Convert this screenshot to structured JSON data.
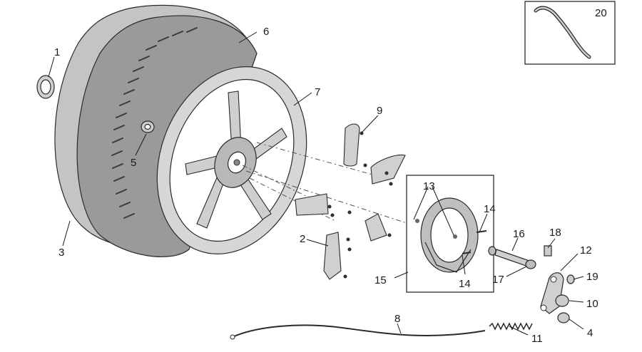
{
  "parts": [
    {
      "id": "1",
      "label": "1"
    },
    {
      "id": "2",
      "label": "2"
    },
    {
      "id": "3",
      "label": "3"
    },
    {
      "id": "4",
      "label": "4"
    },
    {
      "id": "5",
      "label": "5"
    },
    {
      "id": "6",
      "label": "6"
    },
    {
      "id": "7",
      "label": "7"
    },
    {
      "id": "8",
      "label": "8"
    },
    {
      "id": "9",
      "label": "9"
    },
    {
      "id": "10",
      "label": "10"
    },
    {
      "id": "11",
      "label": "11"
    },
    {
      "id": "12",
      "label": "12"
    },
    {
      "id": "13",
      "label": "13"
    },
    {
      "id": "14a",
      "label": "14"
    },
    {
      "id": "14b",
      "label": "14"
    },
    {
      "id": "15",
      "label": "15"
    },
    {
      "id": "16",
      "label": "16"
    },
    {
      "id": "17",
      "label": "17"
    },
    {
      "id": "18",
      "label": "18"
    },
    {
      "id": "19",
      "label": "19"
    },
    {
      "id": "20",
      "label": "20"
    }
  ],
  "colors": {
    "tire_tread": "#9a9a9a",
    "tire_side": "#c4c4c4",
    "rim": "#d6d6d6",
    "hub": "#b8b8b8",
    "line": "#1a1a1a"
  }
}
